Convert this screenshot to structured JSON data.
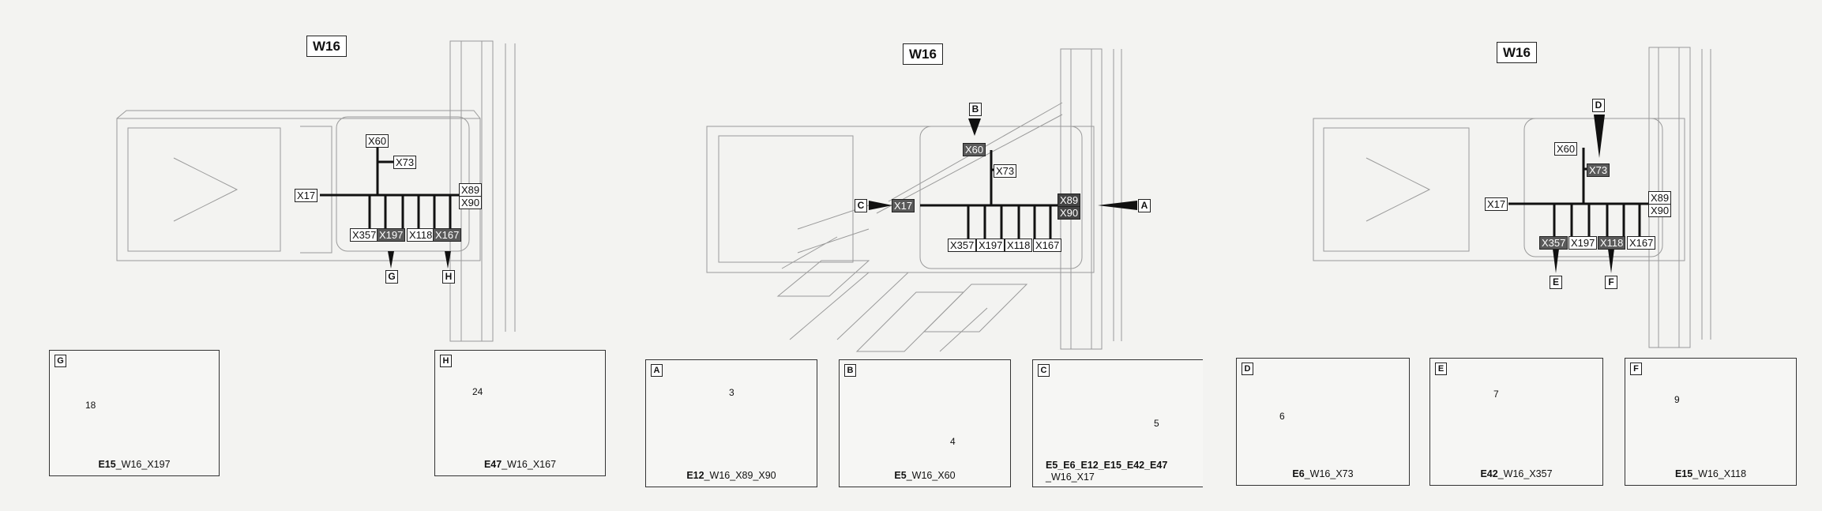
{
  "panels": [
    {
      "title": "W16",
      "labels": {
        "x60": "X60",
        "x73": "X73",
        "x17": "X17",
        "x89": "X89",
        "x90": "X90",
        "x357": "X357",
        "x197": "X197",
        "x118": "X118",
        "x167": "X167"
      },
      "callouts": [
        "G",
        "H"
      ]
    },
    {
      "title": "W16",
      "labels": {
        "x60": "X60",
        "x73": "X73",
        "x17": "X17",
        "x89": "X89",
        "x90": "X90",
        "x357": "X357",
        "x197": "X197",
        "x118": "X118",
        "x167": "X167"
      },
      "callouts": [
        "B",
        "C",
        "A"
      ]
    },
    {
      "title": "W16",
      "labels": {
        "x60": "X60",
        "x73": "X73",
        "x17": "X17",
        "x89": "X89",
        "x90": "X90",
        "x357": "X357",
        "x197": "X197",
        "x118": "X118",
        "x167": "X167"
      },
      "callouts": [
        "D",
        "E",
        "F"
      ]
    }
  ],
  "details": [
    {
      "letter": "G",
      "num": "18",
      "cap_bold": "E15",
      "cap_rest": "_W16_X197"
    },
    {
      "letter": "H",
      "num": "24",
      "cap_bold": "E47",
      "cap_rest": "_W16_X167"
    },
    {
      "letter": "A",
      "num": "3",
      "cap_bold": "E12",
      "cap_rest": "_W16_X89_X90"
    },
    {
      "letter": "B",
      "num": "4",
      "cap_bold": "E5",
      "cap_rest": "_W16_X60"
    },
    {
      "letter": "C",
      "num": "5",
      "cap_bold": "E5_E6_E12_E15_E42_E47",
      "cap_rest": "_W16_X17"
    },
    {
      "letter": "D",
      "num": "6",
      "cap_bold": "E6",
      "cap_rest": "_W16_X73"
    },
    {
      "letter": "E",
      "num": "7",
      "cap_bold": "E42",
      "cap_rest": "_W16_X357"
    },
    {
      "letter": "F",
      "num": "9",
      "cap_bold": "E15",
      "cap_rest": "_W16_X118"
    }
  ],
  "colors": {
    "line": "#222222",
    "highlight": "#5a5a5a",
    "sketch": "#9a9a9a",
    "paper": "#f3f3f1"
  }
}
